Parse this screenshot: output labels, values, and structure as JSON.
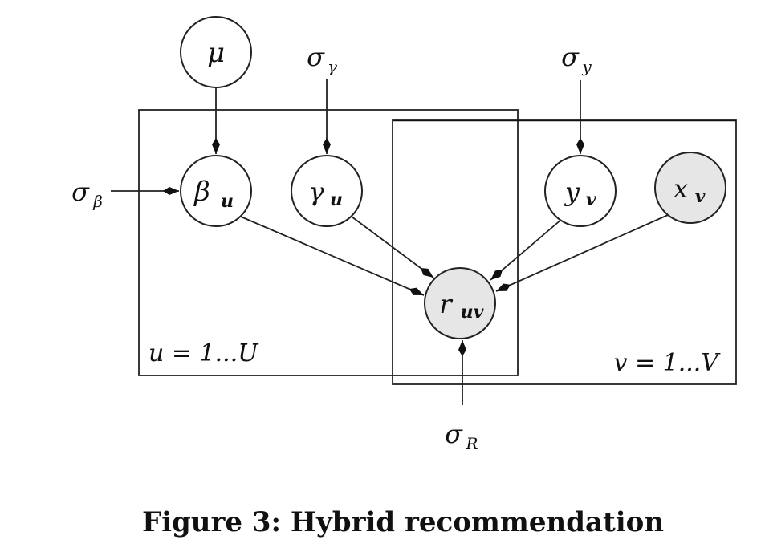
{
  "figure": {
    "caption": "Figure 3: Hybrid recommendation",
    "colors": {
      "observed_fill": "#e6e6e6",
      "latent_fill": "#ffffff",
      "stroke": "#222222"
    },
    "plates": [
      {
        "id": "plate-u",
        "label": "u = 1...U"
      },
      {
        "id": "plate-v",
        "label": "v = 1...V"
      }
    ],
    "nodes": {
      "mu": {
        "symbol": "μ",
        "sub": "",
        "observed": false
      },
      "beta_u": {
        "symbol": "β",
        "sub": "u",
        "observed": false
      },
      "gamma_u": {
        "symbol": "γ",
        "sub": "u",
        "observed": false
      },
      "y_v": {
        "symbol": "y",
        "sub": "v",
        "observed": false
      },
      "x_v": {
        "symbol": "x",
        "sub": "v",
        "observed": true
      },
      "r_uv": {
        "symbol": "r",
        "sub": "uv",
        "observed": true
      }
    },
    "hyperparameters": {
      "sigma_beta": {
        "symbol": "σ",
        "sub": "β"
      },
      "sigma_gamma": {
        "symbol": "σ",
        "sub": "γ"
      },
      "sigma_y": {
        "symbol": "σ",
        "sub": "y"
      },
      "sigma_R": {
        "symbol": "σ",
        "sub": "R"
      }
    },
    "edges": [
      {
        "from": "mu",
        "to": "beta_u"
      },
      {
        "from": "sigma_beta",
        "to": "beta_u"
      },
      {
        "from": "sigma_gamma",
        "to": "gamma_u"
      },
      {
        "from": "sigma_y",
        "to": "y_v"
      },
      {
        "from": "beta_u",
        "to": "r_uv"
      },
      {
        "from": "gamma_u",
        "to": "r_uv"
      },
      {
        "from": "y_v",
        "to": "r_uv"
      },
      {
        "from": "x_v",
        "to": "r_uv"
      },
      {
        "from": "sigma_R",
        "to": "r_uv"
      }
    ]
  }
}
